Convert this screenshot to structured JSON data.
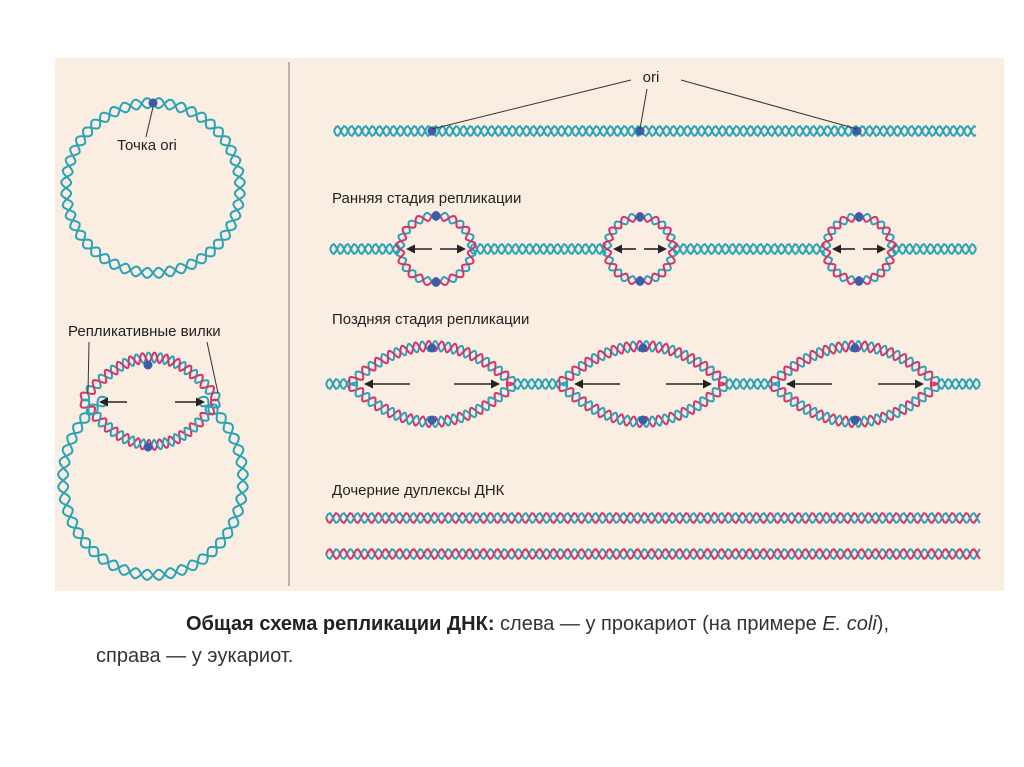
{
  "diagram": {
    "left_labels": {
      "ori_point": "Точка ori",
      "replication_forks": "Репликативные вилки"
    },
    "right_labels": {
      "ori": "ori",
      "early_stage": "Ранняя стадия репликации",
      "late_stage": "Поздняя стадия репликации",
      "daughter_duplexes": "Дочерние дуплексы ДНК"
    },
    "colors": {
      "background": "#f9eee1",
      "parental_strand": "#2aa3b8",
      "new_strand": "#d6336b",
      "ori_dot": "#3a5fa8",
      "arrow": "#222222"
    }
  },
  "caption": {
    "title": "Общая схема репликации ДНК:",
    "text1": " слева — у прокариот (на примере ",
    "species": "E. coli",
    "text2": "),",
    "line2": "справа — у эукариот."
  }
}
